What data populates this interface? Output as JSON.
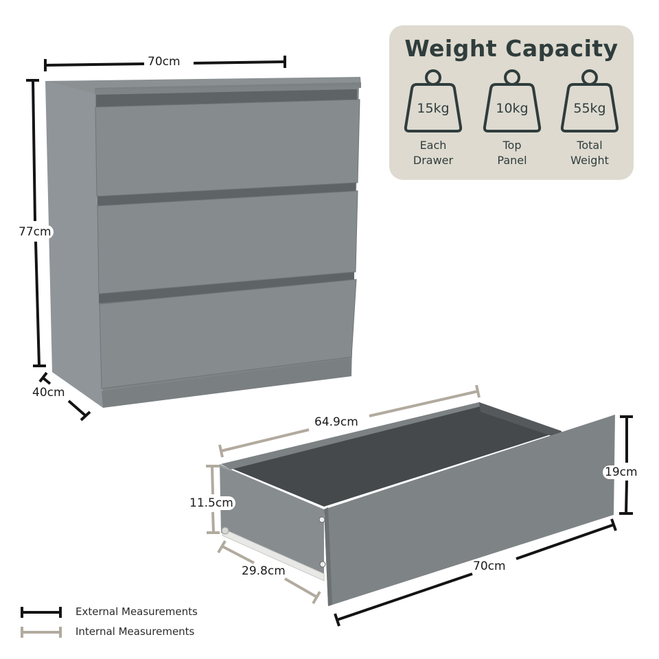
{
  "colors": {
    "external_line": "#141414",
    "internal_line": "#b1aa9e",
    "furniture_main": "#83888b",
    "furniture_light": "#8d9295",
    "furniture_dark": "#5f6467",
    "drawer_interior": "#45494c",
    "card_bg": "#dedad0",
    "card_text": "#2f3d3c"
  },
  "chest": {
    "width_label": "70cm",
    "height_label": "77cm",
    "depth_label": "40cm",
    "drawer_count": 3
  },
  "drawer": {
    "internal_length_label": "64.9cm",
    "internal_height_label": "11.5cm",
    "internal_depth_label": "29.8cm",
    "front_height_label": "19cm",
    "front_width_label": "70cm"
  },
  "weight_capacity": {
    "title": "Weight Capacity",
    "items": [
      {
        "value": "15kg",
        "caption_line1": "Each",
        "caption_line2": "Drawer",
        "icon": "weight-icon"
      },
      {
        "value": "10kg",
        "caption_line1": "Top",
        "caption_line2": "Panel",
        "icon": "weight-icon"
      },
      {
        "value": "55kg",
        "caption_line1": "Total",
        "caption_line2": "Weight",
        "icon": "weight-icon"
      }
    ]
  },
  "legend": {
    "items": [
      {
        "label": "External Measurements",
        "type": "external"
      },
      {
        "label": "Internal Measurements",
        "type": "internal"
      }
    ]
  }
}
